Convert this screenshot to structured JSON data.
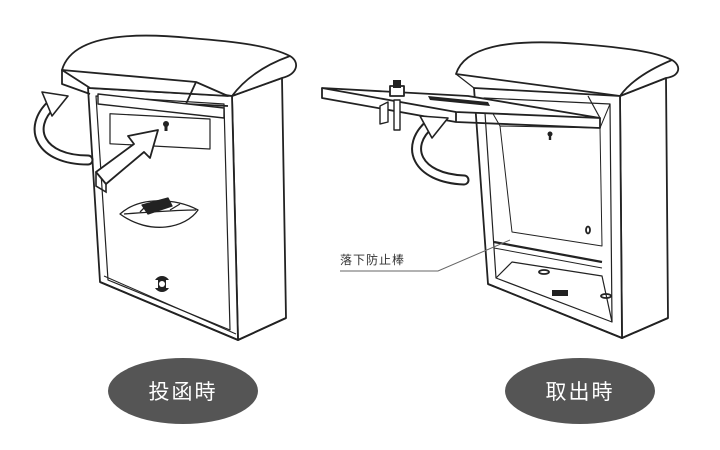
{
  "labels": {
    "insert_caption": "投函時",
    "takeout_caption": "取出時",
    "callout_text": "落下防止棒"
  },
  "colors": {
    "caption_background": "#555555",
    "caption_text": "#ffffff",
    "line_art": "#222222"
  },
  "figures": [
    {
      "name": "mailbox-closed",
      "state": "lid open for posting",
      "arrows": [
        "curved-lid-arrow",
        "insert-arrow"
      ]
    },
    {
      "name": "mailbox-open",
      "state": "front door swung open",
      "arrows": [
        "curved-door-arrow"
      ]
    }
  ]
}
